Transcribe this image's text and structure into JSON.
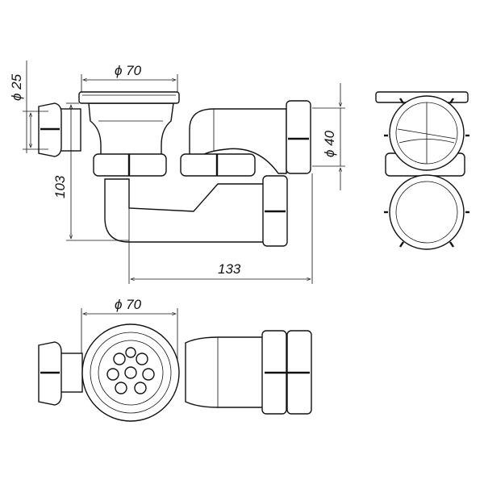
{
  "drawing": {
    "dimensions": {
      "top_flange_diameter": "ϕ 70",
      "inlet_diameter": "ϕ 25",
      "outlet_diameter": "ϕ 40",
      "height": "103",
      "length": "133",
      "bottom_flange_diameter": "ϕ 70"
    }
  }
}
